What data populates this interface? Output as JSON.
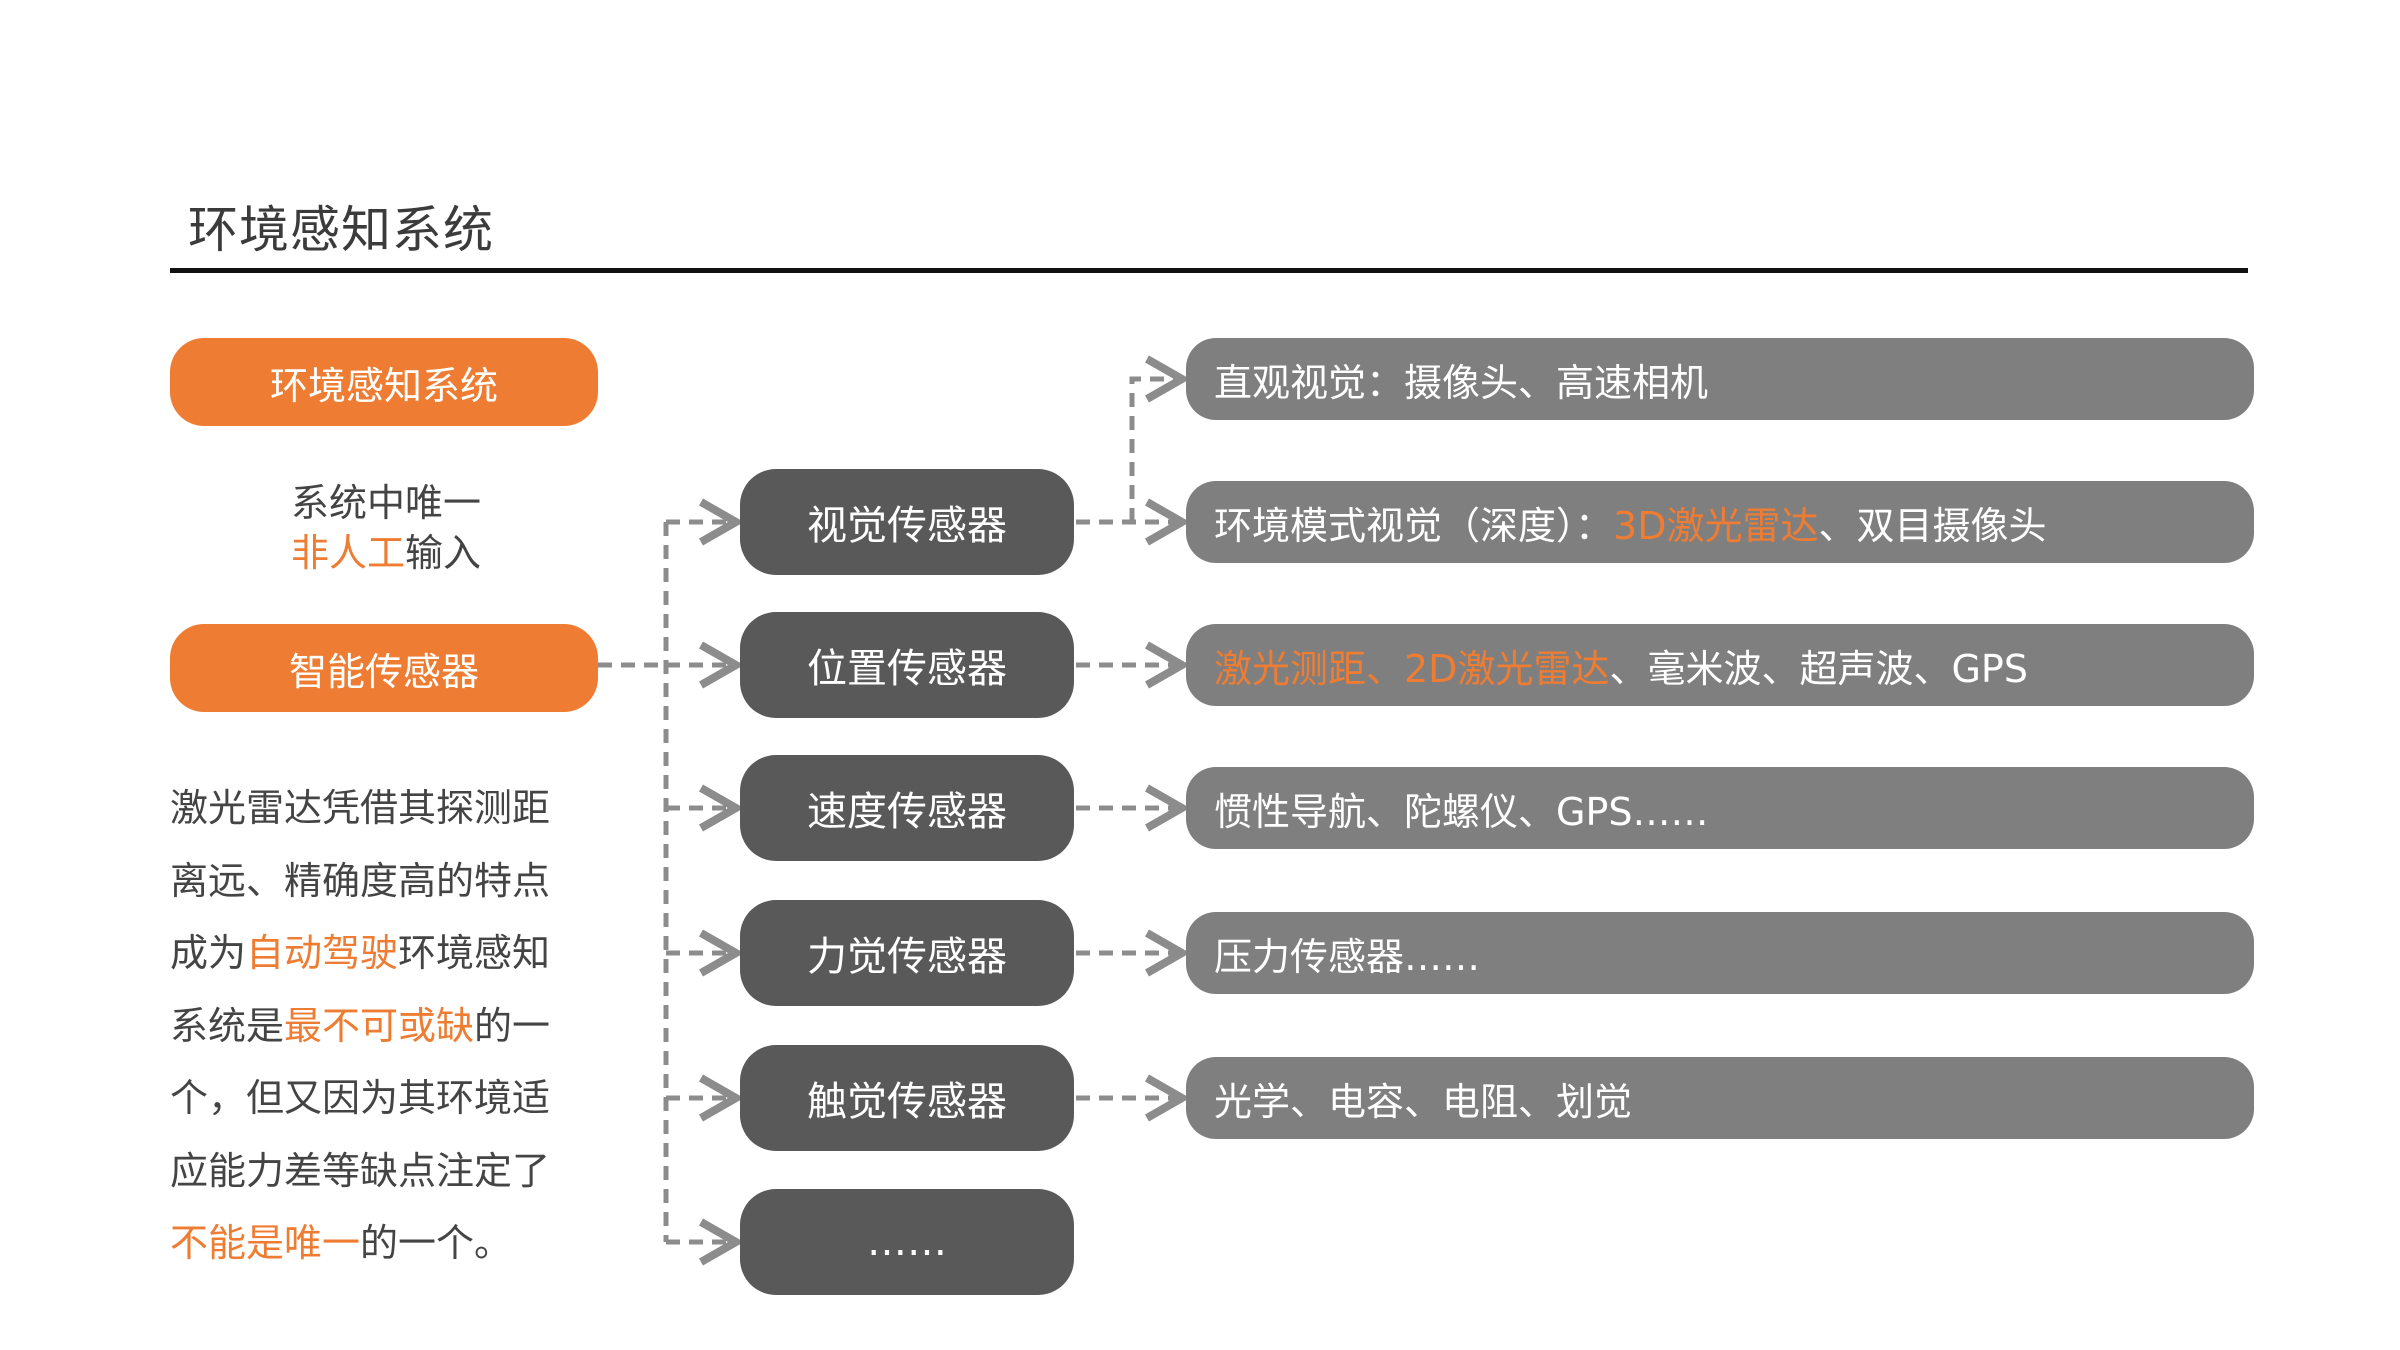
{
  "page": {
    "title": "环境感知系统"
  },
  "left": {
    "pill_top": "环境感知系统",
    "note_line1": "系统中唯一",
    "note_line2_orange": "非人工",
    "note_line2_rest": "输入",
    "pill_smart": "智能传感器",
    "paragraph": [
      {
        "text": "激光雷达凭借其探测距",
        "orange": false
      },
      {
        "text": "离远、精确度高的特点",
        "orange": false
      },
      {
        "text": "成为",
        "orange": false
      },
      {
        "text": "自动驾驶",
        "orange": true
      },
      {
        "text": "环境感知",
        "orange": false
      },
      {
        "text": "系统是",
        "orange": false
      },
      {
        "text": "最不可或缺",
        "orange": true
      },
      {
        "text": "的一",
        "orange": false
      },
      {
        "text": "个，但又因为其环境适",
        "orange": false
      },
      {
        "text": "应能力差等缺点注定了",
        "orange": false
      },
      {
        "text": "不能是唯一",
        "orange": true
      },
      {
        "text": "的一个。",
        "orange": false
      }
    ]
  },
  "sensors": [
    "视觉传感器",
    "位置传感器",
    "速度传感器",
    "力觉传感器",
    "触觉传感器",
    "……"
  ],
  "details": [
    {
      "parts": [
        {
          "text": "直观视觉：摄像头、高速相机",
          "hl": false
        }
      ]
    },
    {
      "parts": [
        {
          "text": "环境模式视觉（深度）：",
          "hl": false
        },
        {
          "text": "3D激光雷达",
          "hl": true
        },
        {
          "text": "、双目摄像头",
          "hl": false
        }
      ]
    },
    {
      "parts": [
        {
          "text": "激光测距、2D激光雷达",
          "hl": true
        },
        {
          "text": "、毫米波、超声波、GPS",
          "hl": false
        }
      ]
    },
    {
      "parts": [
        {
          "text": "惯性导航、陀螺仪、GPS……",
          "hl": false
        }
      ]
    },
    {
      "parts": [
        {
          "text": "压力传感器……",
          "hl": false
        }
      ]
    },
    {
      "parts": [
        {
          "text": "光学、电容、电阻、划觉",
          "hl": false
        }
      ]
    }
  ],
  "colors": {
    "accent": "#ee7d33",
    "sensor_box": "#595959",
    "detail_box": "#7f7f7f",
    "connector": "#8c8c8c"
  }
}
